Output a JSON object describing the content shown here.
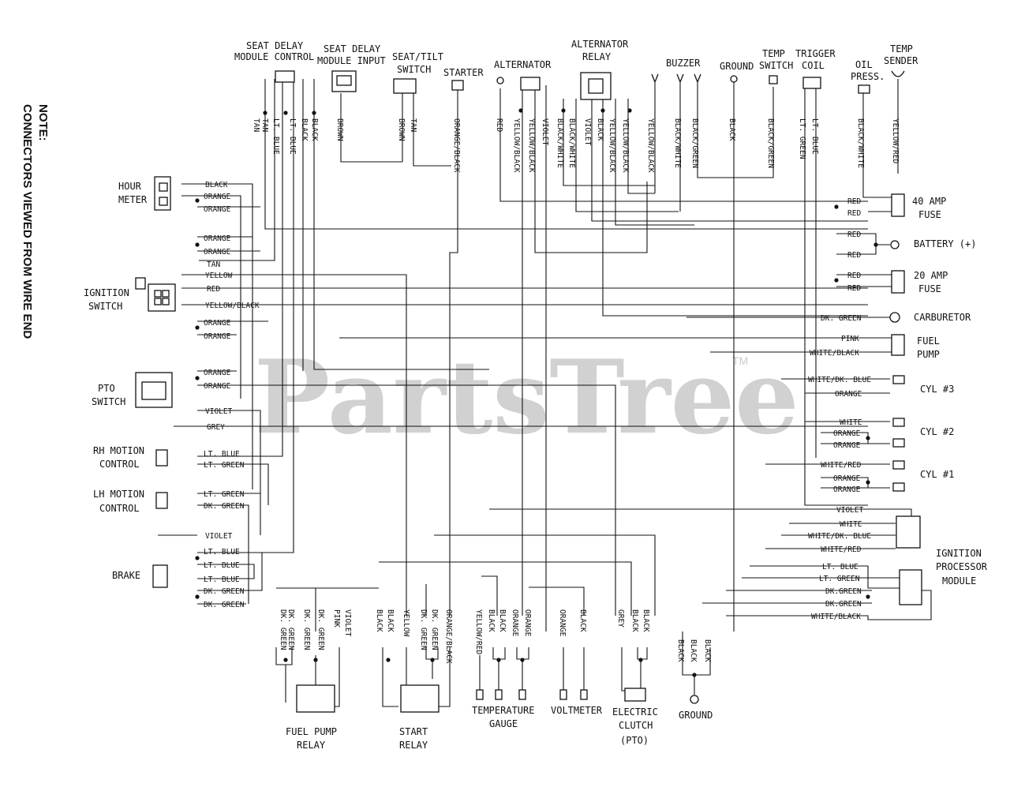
{
  "note": {
    "title": "NOTE:",
    "text": "CONNECTORS VIEWED FROM WIRE END"
  },
  "watermark": {
    "text": "PartsTree",
    "tm": "TM"
  },
  "components": {
    "seat_delay_module_control": [
      "SEAT DELAY",
      "MODULE CONTROL"
    ],
    "seat_delay_module_input": [
      "SEAT DELAY",
      "MODULE INPUT"
    ],
    "seat_tilt_switch": [
      "SEAT/TILT",
      "SWITCH"
    ],
    "starter": [
      "STARTER"
    ],
    "alternator": [
      "ALTERNATOR"
    ],
    "alternator_relay": [
      "ALTERNATOR",
      "RELAY"
    ],
    "buzzer": [
      "BUZZER"
    ],
    "ground_top": [
      "GROUND"
    ],
    "temp_switch": [
      "TEMP",
      "SWITCH"
    ],
    "trigger_coil": [
      "TRIGGER",
      "COIL"
    ],
    "oil_press": [
      "OIL",
      "PRESS."
    ],
    "temp_sender": [
      "TEMP",
      "SENDER"
    ],
    "hour_meter": [
      "HOUR",
      "METER"
    ],
    "ignition_switch": [
      "IGNITION",
      "SWITCH"
    ],
    "pto_switch": [
      "PTO",
      "SWITCH"
    ],
    "rh_motion_control": [
      "RH MOTION",
      "CONTROL"
    ],
    "lh_motion_control": [
      "LH MOTION",
      "CONTROL"
    ],
    "brake": [
      "BRAKE"
    ],
    "fuse_40": [
      "40 AMP",
      "FUSE"
    ],
    "battery": [
      "BATTERY (+)"
    ],
    "fuse_20": [
      "20 AMP",
      "FUSE"
    ],
    "carburetor": [
      "CARBURETOR"
    ],
    "fuel_pump": [
      "FUEL",
      "PUMP"
    ],
    "cyl3": [
      "CYL #3"
    ],
    "cyl2": [
      "CYL #2"
    ],
    "cyl1": [
      "CYL #1"
    ],
    "ignition_processor_module": [
      "IGNITION",
      "PROCESSOR",
      "MODULE"
    ],
    "fuel_pump_relay": [
      "FUEL PUMP",
      "RELAY"
    ],
    "start_relay": [
      "START",
      "RELAY"
    ],
    "temperature_gauge": [
      "TEMPERATURE",
      "GAUGE"
    ],
    "voltmeter": [
      "VOLTMETER"
    ],
    "electric_clutch": [
      "ELECTRIC",
      "CLUTCH",
      "(PTO)"
    ],
    "ground_bottom": [
      "GROUND"
    ]
  },
  "wire_labels": {
    "top": [
      "TAN",
      "TAN",
      "LT. BLUE",
      "LT. BLUE",
      "BLACK",
      "BLACK",
      "BROWN",
      "BROWN",
      "TAN",
      "ORANGE/BLACK",
      "RED",
      "YELLOW/BLACK",
      "YELLOW/BLACK",
      "VIOLET",
      "BLACK/WHITE",
      "BLACK/WHITE",
      "VIOLET",
      "BLACK",
      "YELLOW/BLACK",
      "YELLOW/BLACK",
      "YELLOW/BLACK",
      "BLACK/WHITE",
      "BLACK/GREEN",
      "BLACK",
      "BLACK/GREEN",
      "LT. GREEN",
      "LT. BLUE",
      "BLACK/WHITE",
      "YELLOW/RED"
    ],
    "left": [
      "BLACK",
      "ORANGE",
      "ORANGE",
      "ORANGE",
      "ORANGE",
      "TAN",
      "YELLOW",
      "RED",
      "YELLOW/BLACK",
      "ORANGE",
      "ORANGE",
      "ORANGE",
      "ORANGE",
      "VIOLET",
      "GREY",
      "LT. BLUE",
      "LT. GREEN",
      "LT. GREEN",
      "DK. GREEN",
      "VIOLET",
      "LT. BLUE",
      "LT. BLUE",
      "LT. BLUE",
      "DK. GREEN",
      "DK. GREEN"
    ],
    "right": [
      "RED",
      "RED",
      "RED",
      "RED",
      "RED",
      "RED",
      "DK. GREEN",
      "PINK",
      "WHITE/BLACK",
      "WHITE/DK. BLUE",
      "ORANGE",
      "WHITE",
      "ORANGE",
      "ORANGE",
      "WHITE/RED",
      "ORANGE",
      "ORANGE",
      "VIOLET",
      "WHITE",
      "WHITE/DK. BLUE",
      "WHITE/RED",
      "LT. BLUE",
      "LT. GREEN",
      "DK.GREEN",
      "DK.GREEN",
      "WHITE/BLACK"
    ],
    "bottom": [
      "DK. GREEN",
      "DK. GREEN",
      "DK. GREEN",
      "DK. GREEN",
      "PINK",
      "VIOLET",
      "BLACK",
      "BLACK",
      "YELLOW",
      "DK. GREEN",
      "DK. GREEN",
      "ORANGE/BLACK",
      "YELLOW/RED",
      "BLACK",
      "BLACK",
      "ORANGE",
      "ORANGE",
      "ORANGE",
      "BLACK",
      "GREY",
      "BLACK",
      "BLACK",
      "BLACK",
      "BLACK",
      "BLACK"
    ]
  }
}
